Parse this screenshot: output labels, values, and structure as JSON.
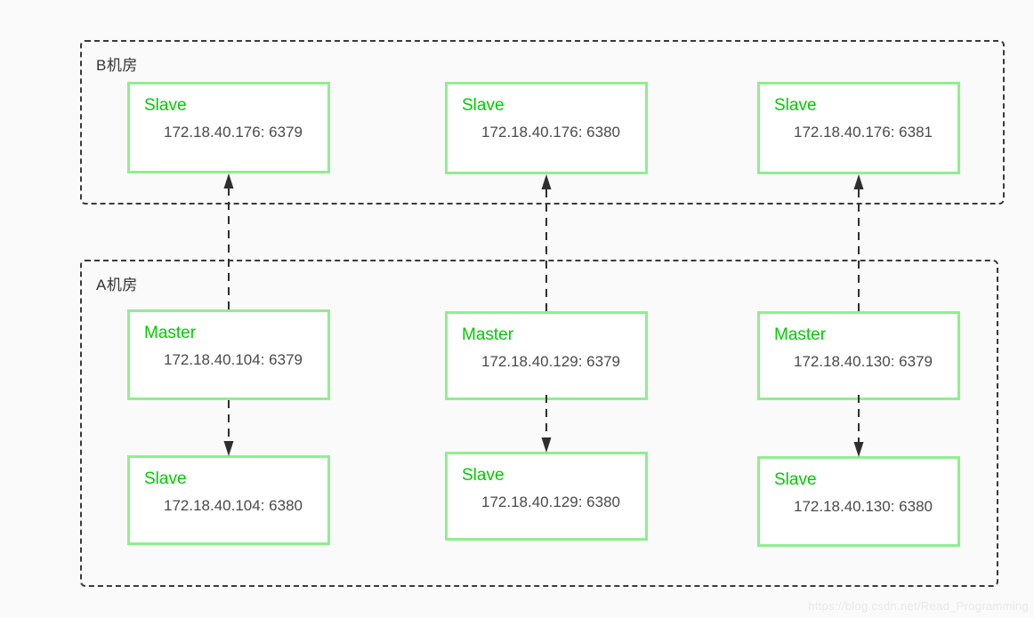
{
  "diagram": {
    "room_b": {
      "label": "B机房",
      "nodes": [
        {
          "role": "Slave",
          "address": "172.18.40.176: 6379"
        },
        {
          "role": "Slave",
          "address": "172.18.40.176: 6380"
        },
        {
          "role": "Slave",
          "address": "172.18.40.176: 6381"
        }
      ]
    },
    "room_a": {
      "label": "A机房",
      "masters": [
        {
          "role": "Master",
          "address": "172.18.40.104: 6379"
        },
        {
          "role": "Master",
          "address": "172.18.40.129: 6379"
        },
        {
          "role": "Master",
          "address": "172.18.40.130: 6379"
        }
      ],
      "slaves": [
        {
          "role": "Slave",
          "address": "172.18.40.104: 6380"
        },
        {
          "role": "Slave",
          "address": "172.18.40.129: 6380"
        },
        {
          "role": "Slave",
          "address": "172.18.40.130: 6380"
        }
      ]
    },
    "links": {
      "cross_room_replication": [
        {
          "from": "Master 172.18.40.104: 6379",
          "to": "Slave 172.18.40.176: 6379"
        },
        {
          "from": "Master 172.18.40.129: 6379",
          "to": "Slave 172.18.40.176: 6380"
        },
        {
          "from": "Master 172.18.40.130: 6379",
          "to": "Slave 172.18.40.176: 6381"
        }
      ],
      "in_room_replication": [
        {
          "from": "Master 172.18.40.104: 6379",
          "to": "Slave 172.18.40.104: 6380"
        },
        {
          "from": "Master 172.18.40.129: 6379",
          "to": "Slave 172.18.40.129: 6380"
        },
        {
          "from": "Master 172.18.40.130: 6379",
          "to": "Slave 172.18.40.130: 6380"
        }
      ]
    }
  },
  "colors": {
    "node_border": "#90ee90",
    "node_role_text": "#00cc00",
    "node_address_text": "#4a4a4a",
    "room_border": "#3a3a3a",
    "arrow": "#2f2f2f",
    "background": "#fafafa"
  },
  "watermark": "https://blog.csdn.net/Read_Programming"
}
